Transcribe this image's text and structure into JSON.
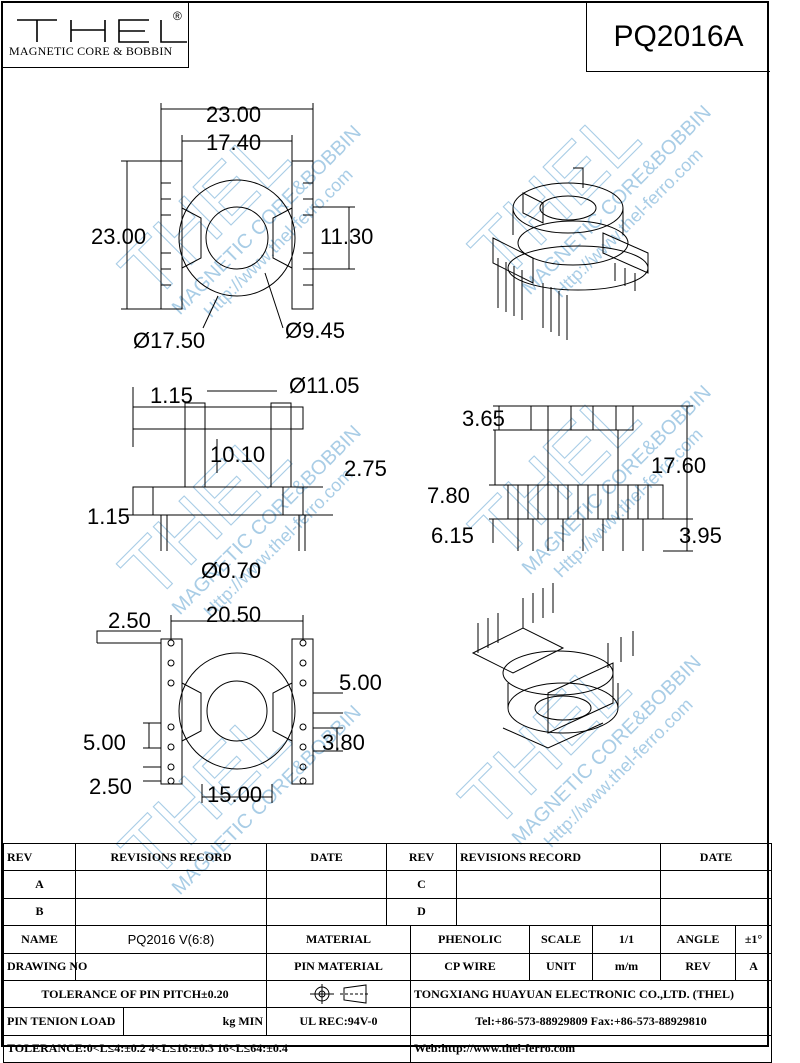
{
  "header": {
    "logo_text": "THEL",
    "logo_registered": "®",
    "logo_tagline": "MAGNETIC CORE & BOBBIN",
    "part_number": "PQ2016A"
  },
  "watermark": {
    "brand": "THEL",
    "tagline": "MAGNETIC CORE&BOBBIN",
    "url": "Http://www.thel-ferro.com"
  },
  "top_view": {
    "width": "23.00",
    "inner_width": "17.40",
    "height": "23.00",
    "window_height": "11.30",
    "outer_diameter": "Ø17.50",
    "center_diameter": "Ø9.45"
  },
  "side_view": {
    "flange_thickness": "1.15",
    "tube_diameter": "Ø11.05",
    "winding_height": "10.10",
    "base_thickness": "1.15",
    "pin_length": "2.75",
    "pin_diameter": "Ø0.70"
  },
  "front_view": {
    "top_flange": "3.65",
    "total_height": "17.60",
    "base_height": "7.80",
    "pin_offset": "6.15",
    "pin_below": "3.95"
  },
  "bottom_view": {
    "edge_pitch": "2.50",
    "pin_span": "20.50",
    "row_spacing_right": "5.00",
    "row_spacing_left": "5.00",
    "right_gap": "3.80",
    "edge_pitch_bottom": "2.50",
    "bottom_span": "15.00"
  },
  "title_block": {
    "rev_header": "REV",
    "revisions_header": "REVISIONS RECORD",
    "date_header": "DATE",
    "rev_a": "A",
    "rev_b": "B",
    "rev_c": "C",
    "rev_d": "D",
    "name_label": "NAME",
    "name_value": "PQ2016 V(6:8)",
    "material_label": "MATERIAL",
    "material_value": "PHENOLIC",
    "scale_label": "SCALE",
    "scale_value": "1/1",
    "angle_label": "ANGLE",
    "angle_value": "±1°",
    "drawing_no_label": "DRAWING NO",
    "pin_material_label": "PIN MATERIAL",
    "pin_material_value": "CP WIRE",
    "unit_label": "UNIT",
    "unit_value": "m/m",
    "rev_label": "REV",
    "rev_value": "A",
    "tolerance_pitch": "TOLERANCE OF PIN PITCH±0.20",
    "company": "TONGXIANG HUAYUAN ELECTRONIC CO.,LTD.  (THEL)",
    "pin_tension_label": "PIN TENION LOAD",
    "pin_tension_unit": "kg MIN",
    "ul_rating": "UL REC:94V-0",
    "phone_fax": "Tel:+86-573-88929809 Fax:+86-573-88929810",
    "tolerance_general": "TOLERANCE:0<L≤4:±0.2  4<L≤16:±0.3  16<L≤64:±0.4",
    "website": "Web:http://www.thel-ferro.com"
  }
}
